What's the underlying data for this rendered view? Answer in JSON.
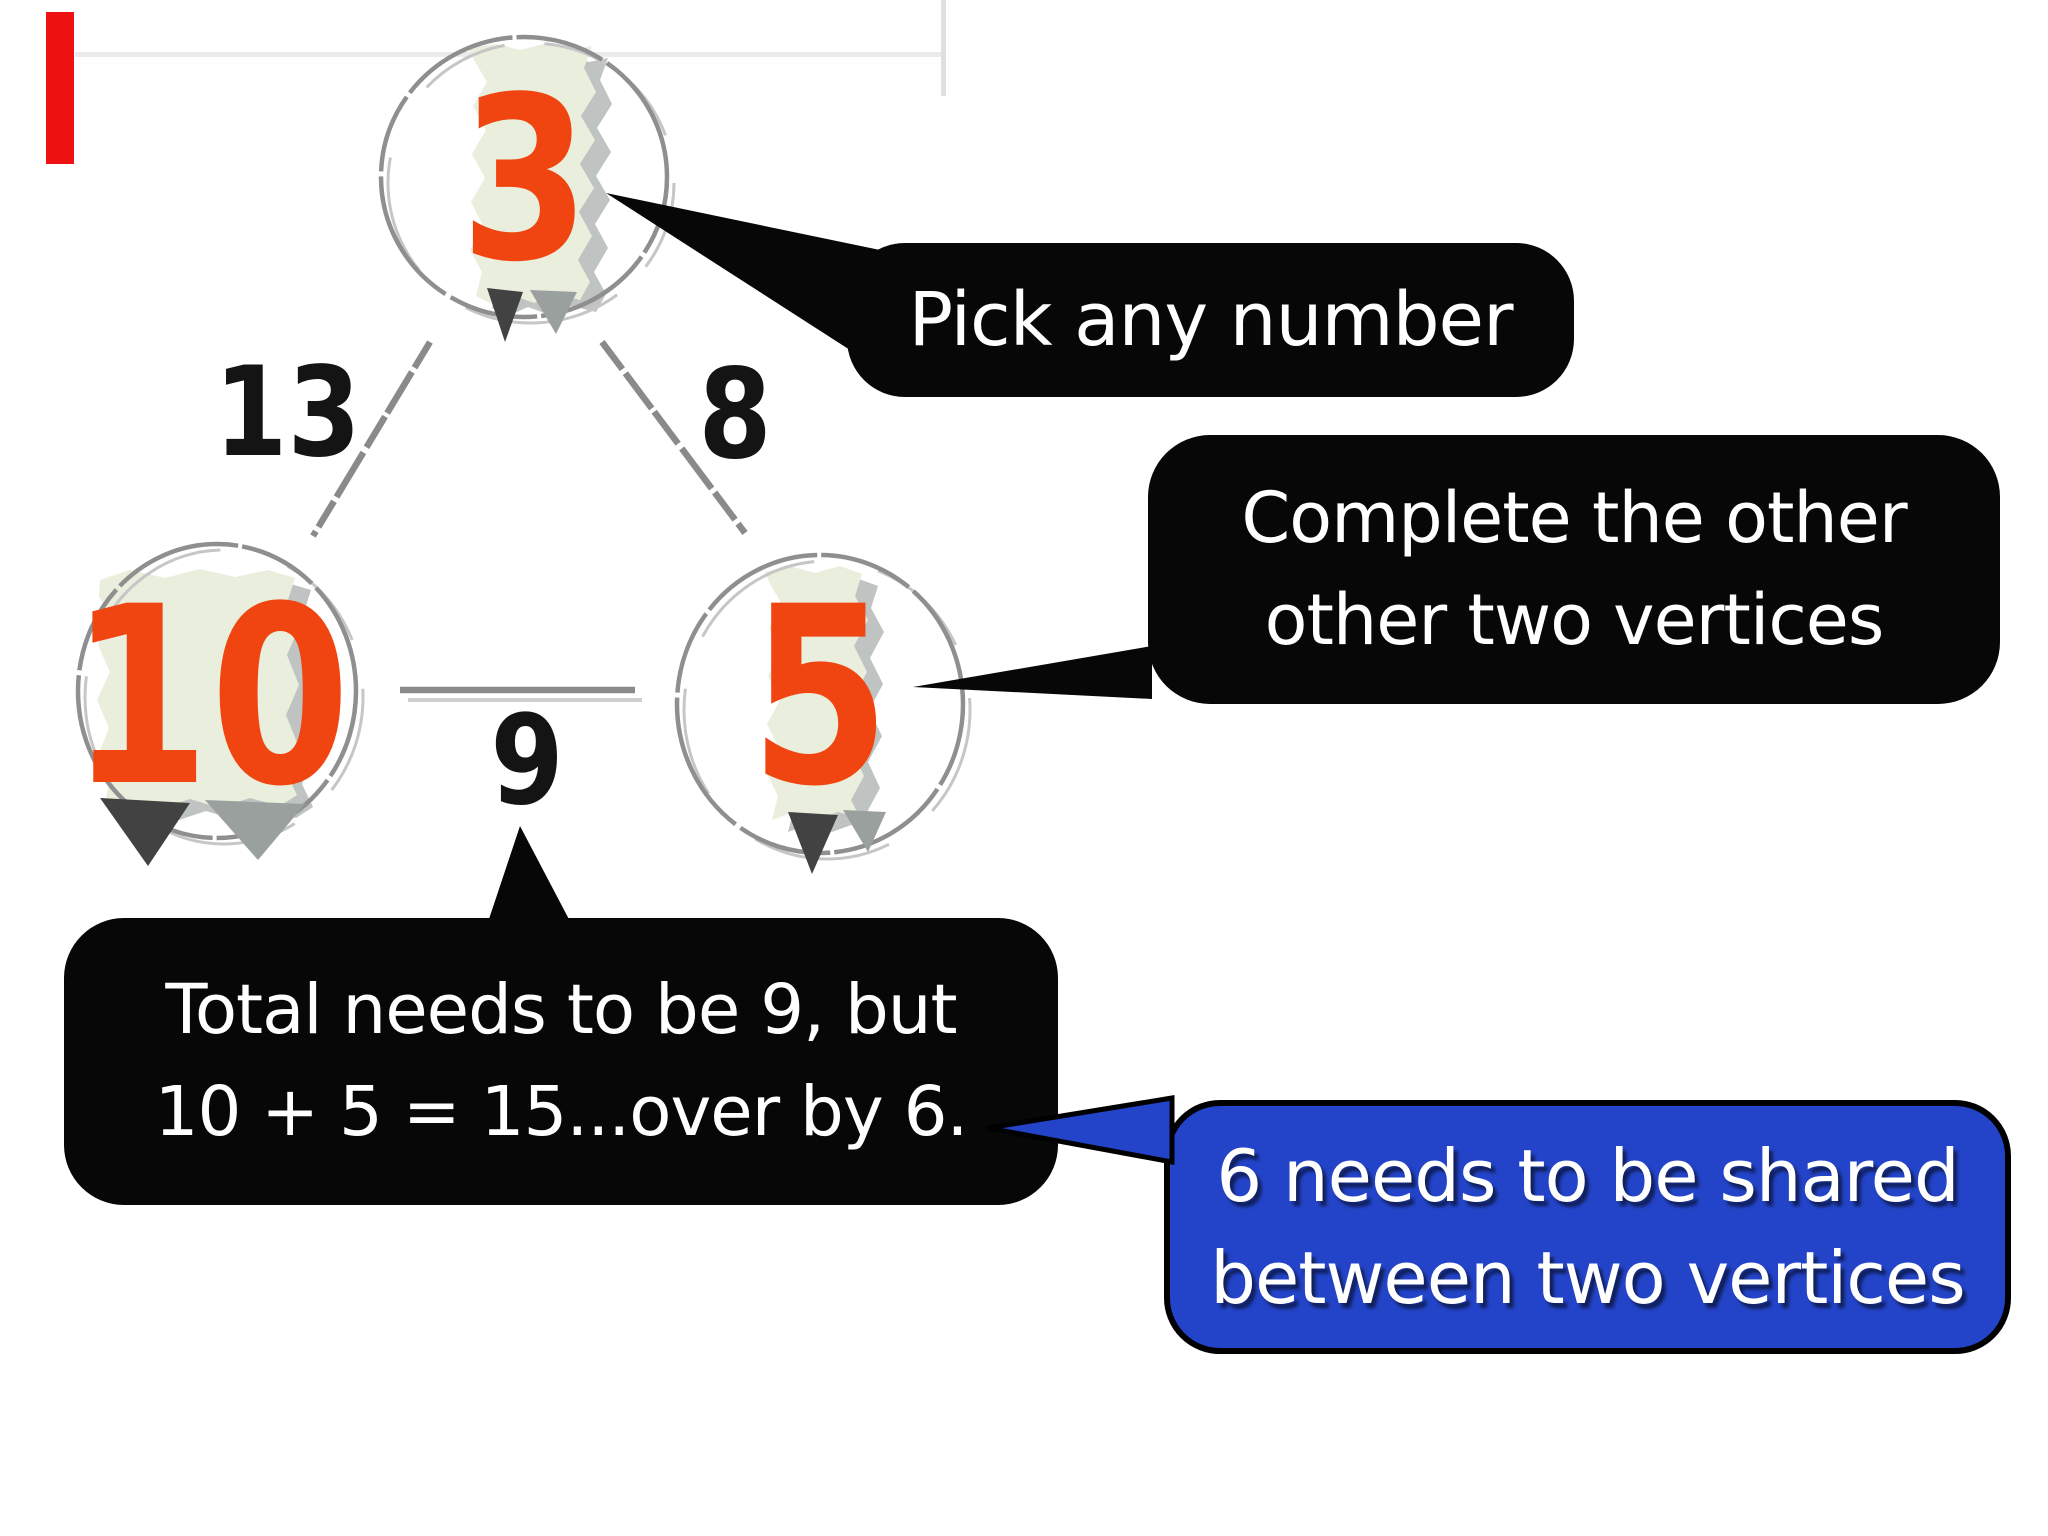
{
  "palette": {
    "number_color": "#f04510",
    "strip_color": "#e9eedd",
    "circle_stroke": "#8f8f8f",
    "edge_line": "#8a8a8a",
    "bubble_black": "#070707",
    "bubble_blue": "#2344c8",
    "red_bar": "#ee1111"
  },
  "triangle_puzzle": {
    "vertices": [
      {
        "id": "top",
        "value": "3"
      },
      {
        "id": "left",
        "value": "10"
      },
      {
        "id": "right",
        "value": "5"
      }
    ],
    "edge_labels": [
      {
        "id": "left-edge",
        "value": "13"
      },
      {
        "id": "right-edge",
        "value": "8"
      },
      {
        "id": "bottom-edge",
        "value": "9"
      }
    ]
  },
  "callouts": {
    "pick": {
      "text": "Pick any number"
    },
    "complete": {
      "lines": [
        "Complete the other",
        "other two vertices"
      ]
    },
    "total": {
      "lines": [
        "Total needs to be 9, but",
        "10 + 5 = 15...over by 6."
      ]
    },
    "share": {
      "lines": [
        "6 needs to be shared",
        "between two vertices"
      ]
    }
  }
}
